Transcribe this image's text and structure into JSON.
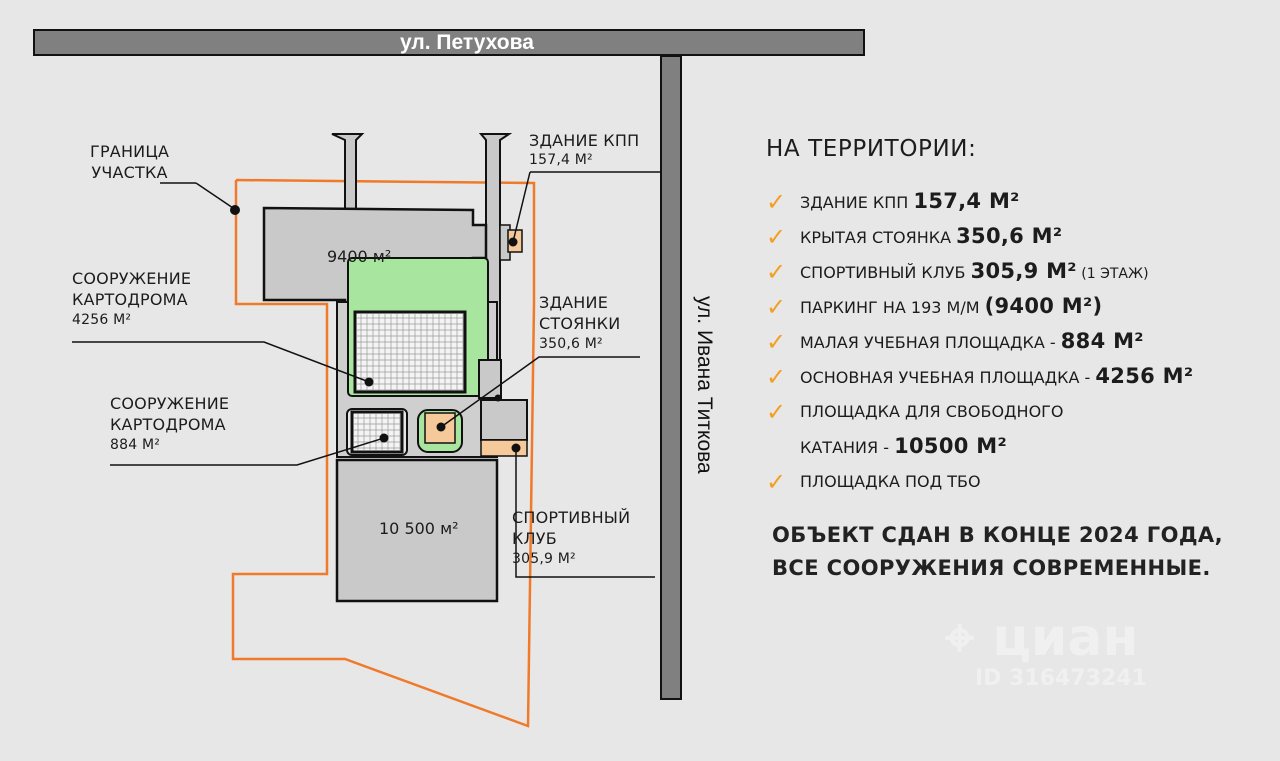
{
  "streets": {
    "top": "ул. Петухова",
    "right": "ул. Ивана Титкова"
  },
  "colors": {
    "boundary": "#f07a2a",
    "road": "#808080",
    "building": "#c9c9c9",
    "green": "#a8e6a0",
    "accent_building": "#f5c99a",
    "check": "#f2a020"
  },
  "map_labels": {
    "boundary": "ГРАНИЦА\nУЧАСТКА",
    "kpp": {
      "title": "ЗДАНИЕ КПП",
      "area": "157,4 М²"
    },
    "kartodrom_main": {
      "title": "СООРУЖЕНИЕ\nКАРТОДРОМА",
      "area": "4256 М²"
    },
    "kartodrom_small": {
      "title": "СООРУЖЕНИЕ\nКАРТОДРОМА",
      "area": "884 М²"
    },
    "stoyanka": {
      "title": "ЗДАНИЕ\nСТОЯНКИ",
      "area": "350,6 М²"
    },
    "sport_club": {
      "title": "СПОРТИВНЫЙ\nКЛУБ",
      "area": "305,9 М²"
    },
    "parking_area": "9400 м²",
    "free_ride_area": "10 500 м²"
  },
  "panel": {
    "title": "НА ТЕРРИТОРИИ:",
    "items": [
      {
        "label": "ЗДАНИЕ КПП ",
        "value": "157,4 М²",
        "extra": ""
      },
      {
        "label": "КРЫТАЯ СТОЯНКА ",
        "value": "350,6 М²",
        "extra": ""
      },
      {
        "label": "СПОРТИВНЫЙ КЛУБ ",
        "value": "305,9 М²",
        "extra": " (1 ЭТАЖ)"
      },
      {
        "label": "ПАРКИНГ НА 193 М/М ",
        "value": "(9400 М²)",
        "extra": ""
      },
      {
        "label": "МАЛАЯ УЧЕБНАЯ ПЛОЩАДКА - ",
        "value": "884 М²",
        "extra": ""
      },
      {
        "label": "ОСНОВНАЯ УЧЕБНАЯ ПЛОЩАДКА - ",
        "value": "4256 М²",
        "extra": ""
      },
      {
        "label": "ПЛОЩАДКА ДЛЯ СВОБОДНОГО",
        "label2": "КАТАНИЯ - ",
        "value": "10500 М²",
        "extra": ""
      },
      {
        "label": "ПЛОЩАДКА ПОД ТБО",
        "value": "",
        "extra": ""
      }
    ],
    "note_line1": "ОБЪЕКТ СДАН В КОНЦЕ 2024 ГОДА,",
    "note_line2": "ВСЕ СООРУЖЕНИЯ СОВРЕМЕННЫЕ."
  },
  "watermark": {
    "brand": "циан",
    "id": "ID 316473241"
  }
}
